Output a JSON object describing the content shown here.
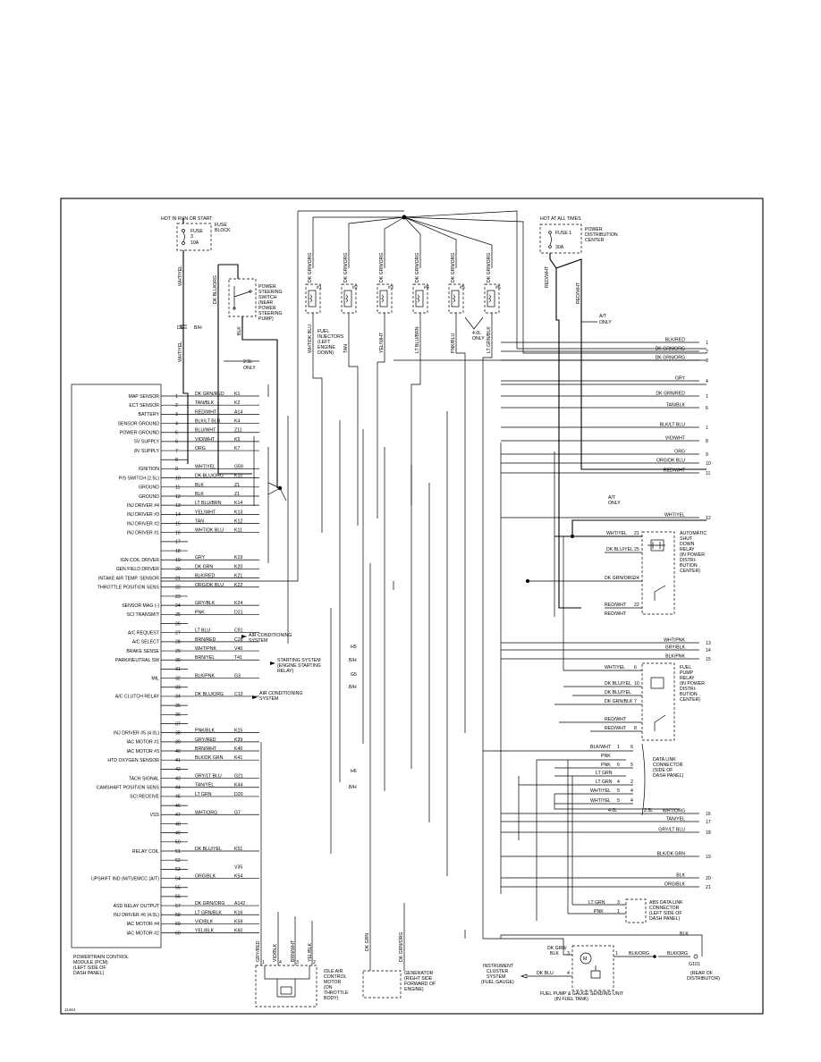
{
  "frame_id": "11444",
  "top_left": {
    "title": "HOT IN RUN OR START",
    "fuse": "FUSE",
    "fuse_num": "3",
    "rating": "10A",
    "block": "FUSE",
    "block2": "BLOCK"
  },
  "top_right": {
    "title": "HOT AT ALL TIMES",
    "fuse": "FUSE 1",
    "rating": "30A",
    "pdc": [
      "POWER",
      "DISTRIBUTION",
      "CENTER"
    ]
  },
  "wire_vertical": {
    "whtyel": "WHT/YEL",
    "dkbluorg": "DK BLU/ORG",
    "blk": "BLK",
    "c_d5": "D5",
    "c_bh": "B/H",
    "redwht1": "RED/WHT",
    "redwht2": "RED/WHT",
    "at_only": [
      "A/T",
      "ONLY"
    ],
    "l25_only": [
      "2.5L",
      "ONLY"
    ]
  },
  "ps_switch": [
    "POWER",
    "STEERING",
    "SWITCH",
    "(NEAR",
    "POWER",
    "STEERING",
    "PUMP)"
  ],
  "injectors": {
    "top_wires": [
      "DK GRN/ORG",
      "DK GRN/ORG",
      "DK GRN/ORG",
      "DK GRN/ORG",
      "DK GRN/ORG",
      "DK GRN/ORG"
    ],
    "labels": [
      "#1",
      "#2",
      "#3",
      "#4",
      "#5",
      "#6"
    ],
    "bottom_wires": [
      "WHT/DK BLU",
      "TAN",
      "YEL/WHT",
      "LT BLU/BRN",
      "PNK/BLU",
      "LT GRN/BLK"
    ],
    "note": [
      "FUEL",
      "INJECTORS",
      "(LEFT",
      "ENGINE",
      "DOWN)"
    ],
    "l40_only": [
      "4.0L",
      "ONLY"
    ]
  },
  "pcm_pins": [
    {
      "pin": "1",
      "name": "MAP SENSOR",
      "wire": "DK GRN/RED",
      "circuit": "K1"
    },
    {
      "pin": "2",
      "name": "ECT SENSOR",
      "wire": "TAN/BLK",
      "circuit": "K2"
    },
    {
      "pin": "3",
      "name": "BATTERY",
      "wire": "RED/WHT",
      "circuit": "A14"
    },
    {
      "pin": "4",
      "name": "SENSOR GROUND",
      "wire": "BLK/LT BLU",
      "circuit": "K4"
    },
    {
      "pin": "5",
      "name": "POWER GROUND",
      "wire": "BLU/WHT",
      "circuit": "Z11"
    },
    {
      "pin": "6",
      "name": "5V SUPPLY",
      "wire": "VIO/WHT",
      "circuit": "K5"
    },
    {
      "pin": "7",
      "name": "8V SUPPLY",
      "wire": "ORG",
      "circuit": "K7"
    },
    {
      "pin": "8",
      "name": "",
      "wire": "",
      "circuit": ""
    },
    {
      "pin": "9",
      "name": "IGNITION",
      "wire": "WHT/YEL",
      "circuit": "G59"
    },
    {
      "pin": "10",
      "name": "P/S SWITCH (2.5L)",
      "wire": "DK BLU/ORG",
      "circuit": "K10"
    },
    {
      "pin": "11",
      "name": "GROUND",
      "wire": "BLK",
      "circuit": "Z1"
    },
    {
      "pin": "12",
      "name": "GROUND",
      "wire": "BLK",
      "circuit": "Z1"
    },
    {
      "pin": "13",
      "name": "INJ DRIVER #4",
      "wire": "LT BLU/BRN",
      "circuit": "K14"
    },
    {
      "pin": "14",
      "name": "INJ DRIVER #3",
      "wire": "YEL/WHT",
      "circuit": "K13"
    },
    {
      "pin": "15",
      "name": "INJ DRIVER #2",
      "wire": "TAN",
      "circuit": "K12"
    },
    {
      "pin": "16",
      "name": "INJ DRIVER #1",
      "wire": "WHT/DK BLU",
      "circuit": "K11"
    },
    {
      "pin": "17",
      "name": "",
      "wire": "",
      "circuit": ""
    },
    {
      "pin": "18",
      "name": "",
      "wire": "",
      "circuit": ""
    },
    {
      "pin": "19",
      "name": "IGN COIL DRIVER",
      "wire": "GRY",
      "circuit": "K19"
    },
    {
      "pin": "20",
      "name": "GEN FIELD DRIVER",
      "wire": "DK GRN",
      "circuit": "K20"
    },
    {
      "pin": "21",
      "name": "INTAKE AIR TEMP. SENSOR",
      "wire": "BLK/RED",
      "circuit": "K21"
    },
    {
      "pin": "22",
      "name": "THROTTLE POSITION SENS",
      "wire": "ORG/DK BLU",
      "circuit": "K22"
    },
    {
      "pin": "23",
      "name": "",
      "wire": "",
      "circuit": ""
    },
    {
      "pin": "24",
      "name": "SENSOR MAG (-)",
      "wire": "GRY/BLK",
      "circuit": "K24"
    },
    {
      "pin": "25",
      "name": "SCI TRANSMIT",
      "wire": "PNK",
      "circuit": "D21"
    },
    {
      "pin": "26",
      "name": "",
      "wire": "",
      "circuit": ""
    },
    {
      "pin": "27",
      "name": "A/C REQUEST",
      "wire": "LT BLU",
      "circuit": "C91"
    },
    {
      "pin": "28",
      "name": "A/C SELECT",
      "wire": "BRN/RED",
      "circuit": "C28"
    },
    {
      "pin": "29",
      "name": "BRAKE SENSE",
      "wire": "WHT/PNK",
      "circuit": "V40"
    },
    {
      "pin": "30",
      "name": "PARK/NEUTRAL SW",
      "wire": "BRN/YEL",
      "circuit": "T41"
    },
    {
      "pin": "31",
      "name": "",
      "wire": "",
      "circuit": ""
    },
    {
      "pin": "32",
      "name": "MIL",
      "wire": "BLK/PNK",
      "circuit": "G3"
    },
    {
      "pin": "33",
      "name": "",
      "wire": "",
      "circuit": ""
    },
    {
      "pin": "34",
      "name": "A/C CLUTCH RELAY",
      "wire": "DK BLU/ORG",
      "circuit": "C13"
    },
    {
      "pin": "35",
      "name": "",
      "wire": "",
      "circuit": ""
    },
    {
      "pin": "36",
      "name": "",
      "wire": "",
      "circuit": ""
    },
    {
      "pin": "37",
      "name": "",
      "wire": "",
      "circuit": ""
    },
    {
      "pin": "38",
      "name": "INJ DRIVER #5 (4.0L)",
      "wire": "PNK/BLK",
      "circuit": "K15"
    },
    {
      "pin": "39",
      "name": "IAC MOTOR #1",
      "wire": "GRY/RED",
      "circuit": "K39"
    },
    {
      "pin": "40",
      "name": "IAC MOTOR #3",
      "wire": "BRN/WHT",
      "circuit": "K40"
    },
    {
      "pin": "41",
      "name": "HTD OXYGEN SENSOR",
      "wire": "BLK/DK GRN",
      "circuit": "K41"
    },
    {
      "pin": "42",
      "name": "",
      "wire": "",
      "circuit": ""
    },
    {
      "pin": "43",
      "name": "TACH SIGNAL",
      "wire": "GRY/LT BLU",
      "circuit": "G21"
    },
    {
      "pin": "44",
      "name": "CAMSHAFT POSITION SENS",
      "wire": "TAN/YEL",
      "circuit": "K44"
    },
    {
      "pin": "45",
      "name": "SCI RECEIVE",
      "wire": "LT GRN",
      "circuit": "D20"
    },
    {
      "pin": "46",
      "name": "",
      "wire": "",
      "circuit": ""
    },
    {
      "pin": "47",
      "name": "VSS",
      "wire": "WHT/ORG",
      "circuit": "G7"
    },
    {
      "pin": "48",
      "name": "",
      "wire": "",
      "circuit": ""
    },
    {
      "pin": "49",
      "name": "",
      "wire": "",
      "circuit": ""
    },
    {
      "pin": "50",
      "name": "",
      "wire": "",
      "circuit": ""
    },
    {
      "pin": "51",
      "name": "RELAY COIL",
      "wire": "DK BLU/YEL",
      "circuit": "K51"
    },
    {
      "pin": "52",
      "name": "",
      "wire": "",
      "circuit": ""
    },
    {
      "pin": "53",
      "name": "",
      "wire": "",
      "circuit": "V35"
    },
    {
      "pin": "54",
      "name": "UPSHIFT IND (M/T)/EMCC (A/T)",
      "wire": "ORG/BLK",
      "circuit": "K54"
    },
    {
      "pin": "55",
      "name": "",
      "wire": "",
      "circuit": ""
    },
    {
      "pin": "56",
      "name": "",
      "wire": "",
      "circuit": ""
    },
    {
      "pin": "57",
      "name": "ASD RELAY OUTPUT",
      "wire": "DK GRN/ORG",
      "circuit": "A142"
    },
    {
      "pin": "58",
      "name": "INJ DRIVER #6 (4.0L)",
      "wire": "LT GRN/BLK",
      "circuit": "K16"
    },
    {
      "pin": "59",
      "name": "IAC MOTOR #4",
      "wire": "VIO/BLK",
      "circuit": "K59"
    },
    {
      "pin": "60",
      "name": "IAC MOTOR #2",
      "wire": "YEL/BLK",
      "circuit": "K60"
    }
  ],
  "pcm_label": [
    "POWERTRAIN CONTROL",
    "MODULE (PCM)",
    "(LEFT SIDE OF",
    "DASH PANEL)"
  ],
  "right_edge": [
    {
      "wire": "BLK/RED",
      "num": "1"
    },
    {
      "wire": "DK GRN/ORG",
      "num": "2"
    },
    {
      "wire": "DK GRN/ORG",
      "num": "3"
    },
    {
      "wire": "GRY",
      "num": "4"
    },
    {
      "wire": "DK GRN/RED",
      "num": "1"
    },
    {
      "wire": "TAN/BLK",
      "num": "6"
    },
    {
      "wire": "BLK/LT BLU",
      "num": "1"
    },
    {
      "wire": "VIO/WHT",
      "num": "8"
    },
    {
      "wire": "ORG",
      "num": "9"
    },
    {
      "wire": "ORG/DK BLU",
      "num": "10"
    },
    {
      "wire": "RED/WHT",
      "num": "11"
    },
    {
      "wire": "WHT/YEL",
      "num": "12"
    },
    {
      "wire": "WHT/PNK",
      "num": "13"
    },
    {
      "wire": "GRY/BLK",
      "num": "14"
    },
    {
      "wire": "BLK/PNK",
      "num": "15"
    },
    {
      "wire": "WHT/ORG",
      "num": "16"
    },
    {
      "wire": "TAN/YEL",
      "num": "17"
    },
    {
      "wire": "GRY/LT BLU",
      "num": "18"
    },
    {
      "wire": "BLK/DK GRN",
      "num": "19"
    },
    {
      "wire": "BLK",
      "num": "20"
    },
    {
      "wire": "ORG/BLK",
      "num": "21"
    }
  ],
  "asd_relay": {
    "label": [
      "AUTOMATIC",
      "SHUT",
      "DOWN",
      "RELAY",
      "(IN POWER",
      "DISTRI-",
      "BUTION",
      "CENTER)"
    ],
    "pins": [
      {
        "wire": "WHT/YEL",
        "pin": "21"
      },
      {
        "wire": "DK BLU/YEL",
        "pin": "25"
      },
      {
        "wire": "DK GRN/ORG",
        "pin": "24"
      },
      {
        "wire": "RED/WHT",
        "pin": "22"
      }
    ],
    "redwht_b": "RED/WHT",
    "at_only": [
      "A/T",
      "ONLY"
    ]
  },
  "fp_relay": {
    "label": [
      "FUEL",
      "PUMP",
      "RELAY",
      "(IN POWER",
      "DISTRI-",
      "BUTION",
      "CENTER)"
    ],
    "pins": [
      {
        "wire": "WHT/YEL",
        "pin": "6"
      },
      {
        "wire": "DK BLU/YEL",
        "pin": "10"
      },
      {
        "wire": "DK BLU/YEL",
        "pin": ""
      },
      {
        "wire": "DK GRN/BLK",
        "pin": "7"
      },
      {
        "wire": "RED/WHT",
        "pin": ""
      },
      {
        "wire": "RED/WHT",
        "pin": "8"
      }
    ]
  },
  "midsplices": {
    "h5": "H5",
    "g5": "G5",
    "h6": "H6",
    "bh": "B/H",
    "ac_sys": [
      "AIR CONDITIONING",
      "SYSTEM"
    ],
    "start_sys": [
      "STARTING SYSTEM",
      "(ENGINE STARTING",
      "RELAY)"
    ],
    "ac_sys2": [
      "AIR CONDITIONING",
      "SYSTEM"
    ]
  },
  "dlc": {
    "label": [
      "DATA LINK",
      "CONNECTOR",
      "(SIDE OF",
      "DASH PANEL)"
    ],
    "rows": [
      {
        "wire": "BLK/WHT",
        "a": "1",
        "b": "6"
      },
      {
        "wire": "PNK",
        "a": "",
        "b": ""
      },
      {
        "wire": "PNK",
        "a": "6",
        "b": "5"
      },
      {
        "wire": "LT GRN",
        "a": "",
        "b": ""
      },
      {
        "wire": "LT GRN",
        "a": "4",
        "b": "2"
      },
      {
        "wire": "WHT/YEL",
        "a": "5",
        "b": "4"
      },
      {
        "wire": "WHT/YEL",
        "a": "5",
        "b": "4"
      }
    ],
    "l40": "4.0L",
    "l25": "2.5L"
  },
  "abs_dlc": {
    "label": [
      "ABS DATA LINK",
      "CONNECTOR",
      "(LEFT SIDE OF",
      "DASH PANEL)"
    ],
    "rows": [
      {
        "wire": "LT GRN",
        "pin": "3"
      },
      {
        "wire": "PNK",
        "pin": "1"
      }
    ]
  },
  "iac": {
    "wires": [
      "GRY/RED",
      "VIO/BLK",
      "BRN/WHT",
      "YEL/BLK"
    ],
    "pins": [
      "1",
      "4",
      "3",
      "2"
    ],
    "label": [
      "IDLE AIR",
      "CONTROL",
      "MOTOR",
      "(ON",
      "THROTTLE",
      "BODY)"
    ]
  },
  "generator": {
    "wires": [
      "DK GRN",
      "DK GRN/ORG"
    ],
    "label": [
      "GENERATOR",
      "(RIGHT SIDE",
      "FORWARD OF",
      "ENGINE)"
    ]
  },
  "fuel_pump": {
    "wires_in": [
      "DK GRN/",
      "BLK"
    ],
    "dkblu": "DK BLU",
    "blkorg": "BLK/ORG",
    "blkorg2": "BLK/ORG",
    "blk": "BLK",
    "pins": [
      "3",
      "4",
      "1"
    ],
    "cluster": [
      "INSTRUMENT",
      "CLUSTER",
      "SYSTEM",
      "(FUEL GAUGE)"
    ],
    "label": [
      "FUEL PUMP & GAUGE SENDING UNIT",
      "(IN FUEL TANK)"
    ],
    "ground": "G101",
    "ground_note": [
      "(REAR OF",
      "DISTRIBUTOR)"
    ],
    "motor": "M"
  }
}
